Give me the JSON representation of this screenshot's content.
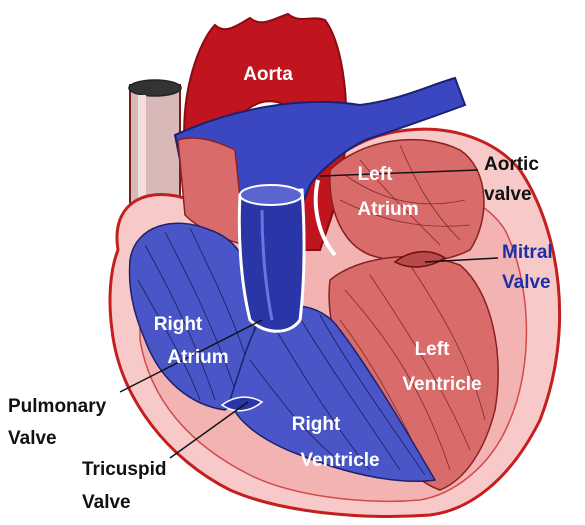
{
  "labels": {
    "aorta": "Aorta",
    "left_atrium_1": "Left",
    "left_atrium_2": "Atrium",
    "right_atrium_1": "Right",
    "right_atrium_2": "Atrium",
    "left_ventricle_1": "Left",
    "left_ventricle_2": "Ventricle",
    "right_ventricle_1": "Right",
    "right_ventricle_2": "Ventricle",
    "aortic_valve_1": "Aortic",
    "aortic_valve_2": "valve",
    "mitral_valve_1": "Mitral",
    "mitral_valve_2": "Valve",
    "pulmonary_valve_1": "Pulmonary",
    "pulmonary_valve_2": "Valve",
    "tricuspid_valve_1": "Tricuspid",
    "tricuspid_valve_2": "Valve"
  },
  "colors": {
    "heart_wall": "#f7c9c9",
    "heart_outline": "#c41e1e",
    "oxygenated": "#c0141e",
    "deoxygenated": "#3a47c0",
    "chamber_red": "#d96b6b",
    "chamber_blue": "#4a55c8",
    "mitral_label": "#1f2fa8"
  }
}
